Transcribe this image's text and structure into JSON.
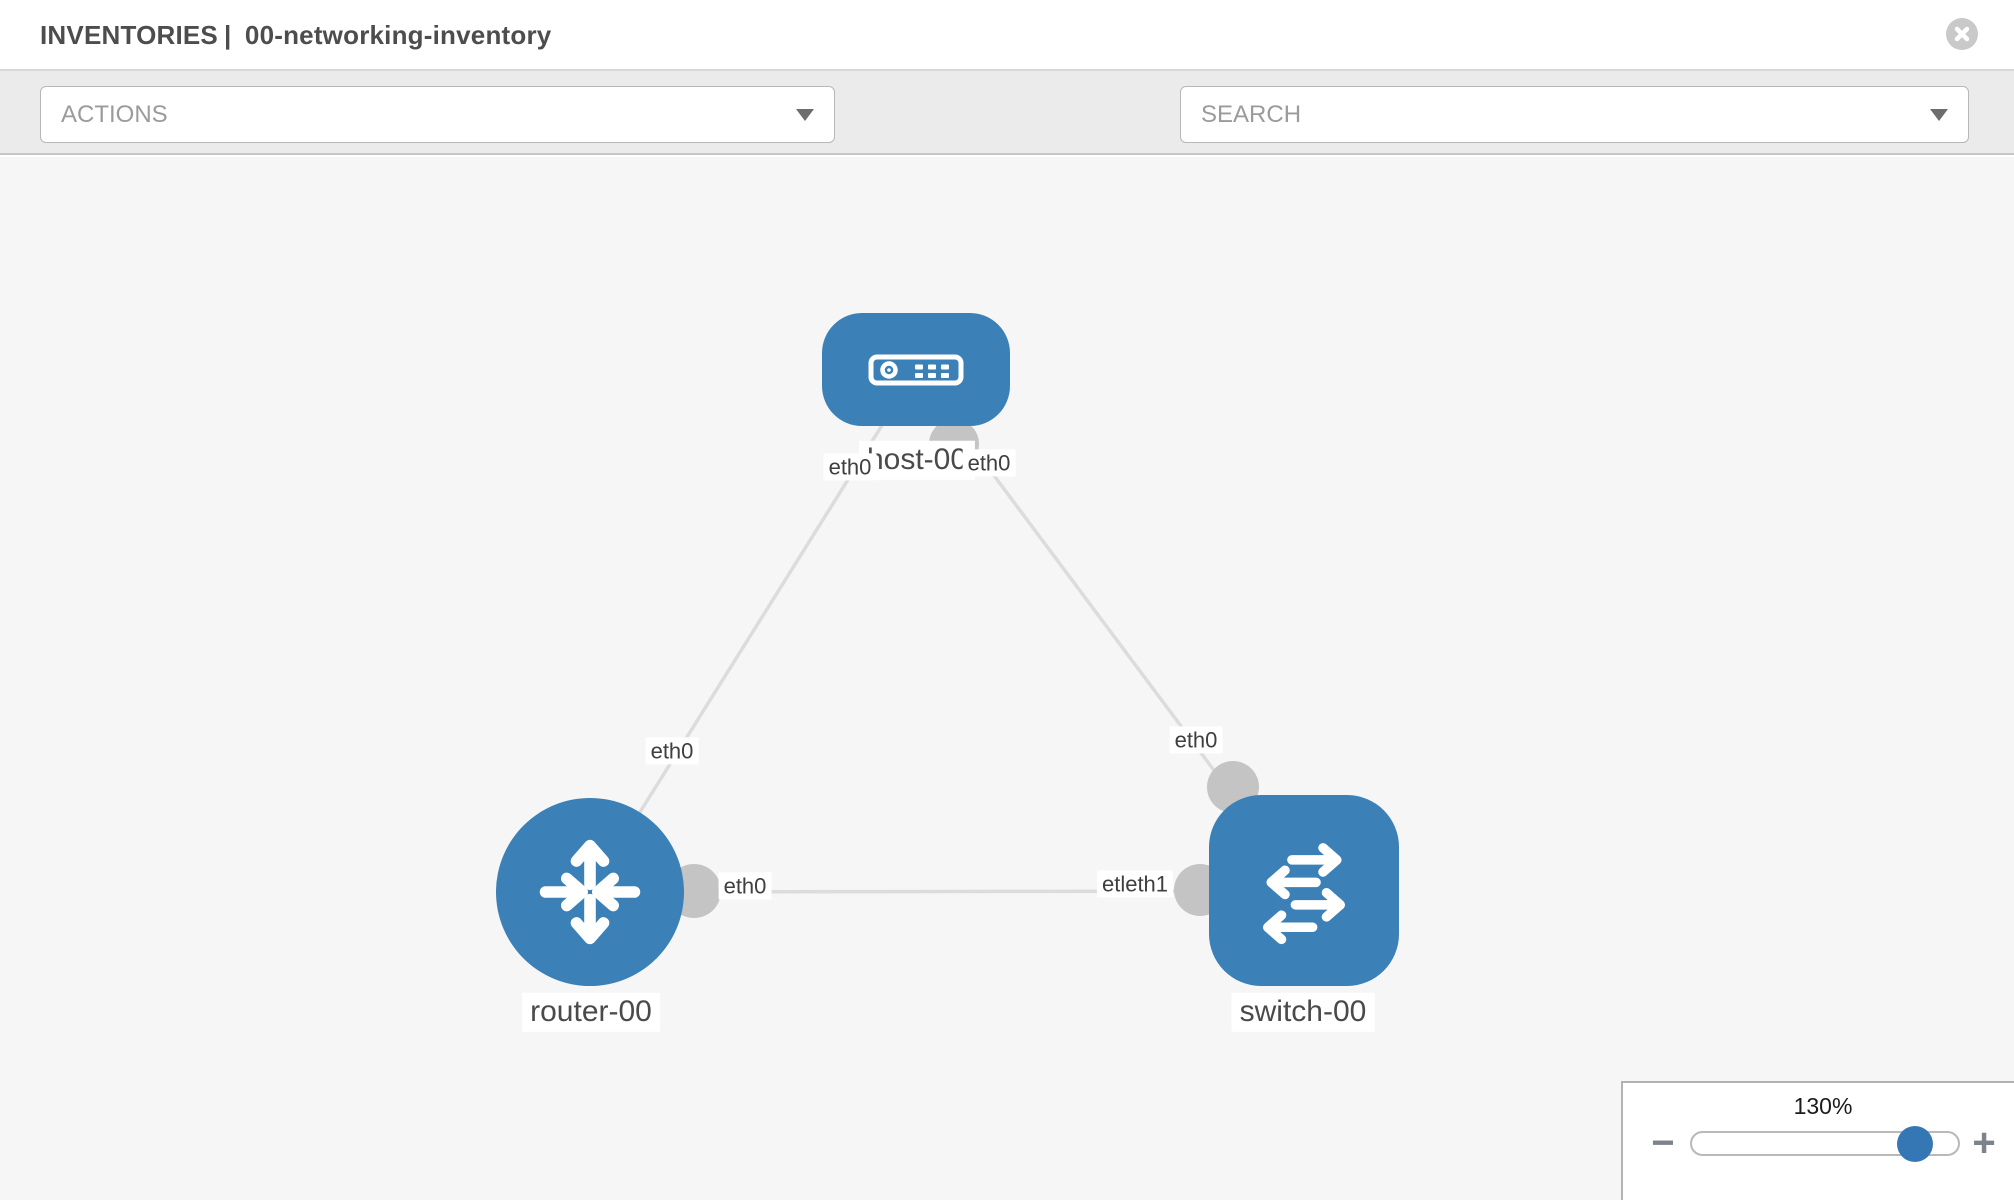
{
  "header": {
    "section": "INVENTORIES",
    "separator": "|",
    "item": "00-networking-inventory"
  },
  "toolbar": {
    "actions_label": "ACTIONS",
    "search_label": "SEARCH"
  },
  "nodes": {
    "host": {
      "label": "host-00",
      "type": "host"
    },
    "router": {
      "label": "router-00",
      "type": "router"
    },
    "switch": {
      "label": "switch-00",
      "type": "switch"
    }
  },
  "iface_labels": {
    "host_left": "eth0",
    "host_right": "eth0",
    "router_top": "eth0",
    "router_right": "eth0",
    "switch_top": "eth0",
    "switch_left": "etleth1"
  },
  "zoom_control": {
    "value": "130%",
    "minus": "−",
    "plus": "+"
  },
  "colors": {
    "node_blue": "#3b80b6",
    "link_gray": "#dcdcdc",
    "iface_circle_gray": "#c4c4c4",
    "toolbar_gray": "#ebebeb",
    "canvas_gray": "#f6f6f6"
  }
}
